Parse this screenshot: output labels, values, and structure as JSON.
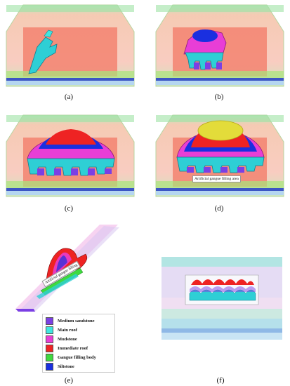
{
  "captions": {
    "a": "(a)",
    "b": "(b)",
    "c": "(c)",
    "d": "(d)",
    "e": "(e)",
    "f": "(f)"
  },
  "labels": {
    "d_label": "Artificial gangue filling area",
    "e_label": "Artificial gangue filling"
  },
  "legend": [
    {
      "label": "Medium sandstone",
      "color": "#7b3fe4"
    },
    {
      "label": "Main roof",
      "color": "#3fe6e0"
    },
    {
      "label": "Mudstone",
      "color": "#e83ed6"
    },
    {
      "label": "Immediate roof",
      "color": "#ee2323"
    },
    {
      "label": "Gangue filling body",
      "color": "#3fd93f"
    },
    {
      "label": "Siltstone",
      "color": "#1a2fe0"
    }
  ]
}
